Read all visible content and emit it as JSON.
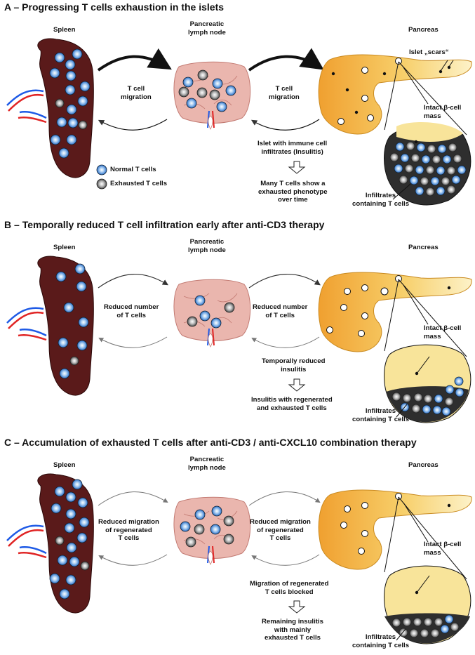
{
  "legend": {
    "normal": "Normal T cells",
    "exhausted": "Exhausted T cells"
  },
  "panels": {
    "a": {
      "letter": "A",
      "title": "– Progressing T cells exhaustion in the islets",
      "spleen": "Spleen",
      "lymph_node": "Pancreatic\nlymph node",
      "pancreas": "Pancreas",
      "migration_left": "T cell\nmigration",
      "migration_right": "T cell\nmigration",
      "islet_scars": "Islet „scars“",
      "intact_mass": "Intact β-cell\nmass",
      "insulitis_text": "Islet with immune cell\ninfiltrates (Insulitis)",
      "outcome_text": "Many T cells show a\nexhausted phenotype\nover time",
      "infiltrates": "Infiltrates\ncontaining T cells"
    },
    "b": {
      "letter": "B",
      "title": "– Temporally reduced T cell infiltration early after anti-CD3 therapy",
      "spleen": "Spleen",
      "lymph_node": "Pancreatic\nlymph node",
      "pancreas": "Pancreas",
      "migration_left": "Reduced number\nof T cells",
      "migration_right": "Reduced number\nof T cells",
      "intact_mass": "Intact β-cell\nmass",
      "insulitis_text": "Temporally reduced\ninsulitis",
      "outcome_text": "Insulitis with regenerated\nand exhausted T cells",
      "infiltrates": "Infiltrates\ncontaining T cells"
    },
    "c": {
      "letter": "C",
      "title": "– Accumulation of exhausted T cells after anti-CD3 / anti-CXCL10 combination therapy",
      "spleen": "Spleen",
      "lymph_node": "Pancreatic\nlymph node",
      "pancreas": "Pancreas",
      "migration_left": "Reduced migration\nof regenerated\nT cells",
      "migration_right": "Reduced migration\nof regenerated\nT cells",
      "intact_mass": "Intact β-cell\nmass",
      "insulitis_text": "Migration of regenerated\nT cells blocked",
      "outcome_text": "Remaining insulitis\nwith mainly\nexhausted T cells",
      "infiltrates": "Infiltrates\ncontaining T cells"
    }
  }
}
